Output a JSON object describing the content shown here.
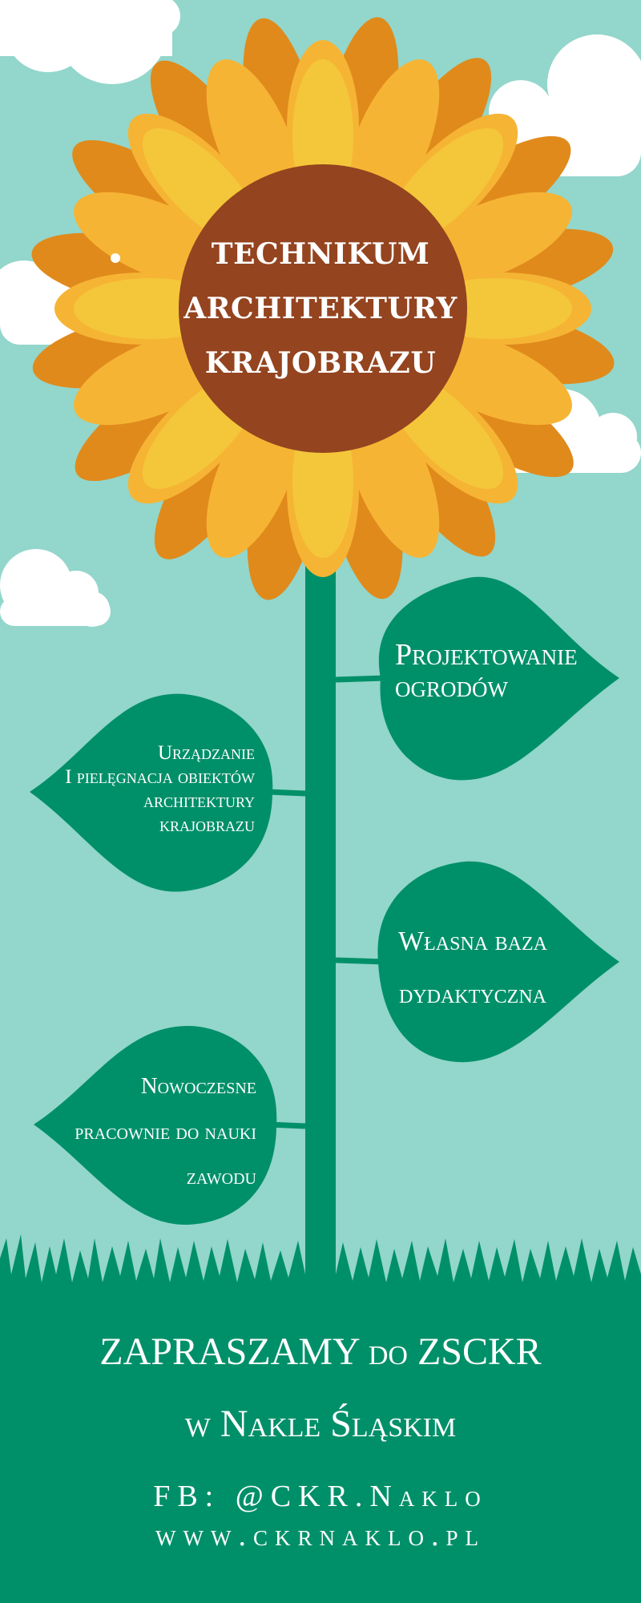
{
  "title": {
    "lines": [
      "TECHNIKUM",
      "ARCHITEKTURY",
      "KRAJOBRAZU"
    ]
  },
  "leaves": {
    "projektowanie": [
      "Projektowanie",
      "ogrodów"
    ],
    "urzadzanie": [
      "Urządzanie",
      "I pielęgnacja obiektów",
      "architektury",
      "krajobrazu"
    ],
    "baza": [
      "Własna baza",
      "dydaktyczna"
    ],
    "pracownie": [
      "Nowoczesne",
      "pracownie do nauki",
      "zawodu"
    ]
  },
  "footer": {
    "invite_line1": "ZAPRASZAMY do ZSCKR",
    "invite_line2": "w Nakle Śląskim",
    "fb": "FB: @CKR.Naklo",
    "www": "www.ckrnaklo.pl"
  },
  "colors": {
    "sky": "#93d6cb",
    "cloud": "#ffffff",
    "petal_dark": "#e08a1c",
    "petal_mid": "#f6b434",
    "petal_light": "#f4c73a",
    "center": "#94441f",
    "stem_leaf": "#009069",
    "grass": "#009069"
  },
  "icons": [
    "sunflower-icon",
    "cloud-icon",
    "leaf-icon",
    "grass-icon"
  ]
}
